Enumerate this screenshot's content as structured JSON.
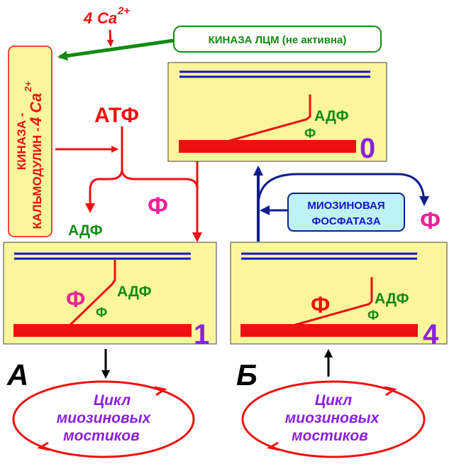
{
  "calcium": {
    "coef": "4",
    "ion": "Ca",
    "charge": "2+"
  },
  "kinase_inactive": "КИНАЗА  ЛЦМ (не активна)",
  "kinase_complex": {
    "line1": "КИНАЗА -",
    "line2": "КАЛЬМОДУЛИН -",
    "suffix_coef": "4",
    "suffix_ion": "Ca",
    "suffix_charge": "2+"
  },
  "atp": "АТФ",
  "adp": "АДФ",
  "phosphate": "Ф",
  "phosphatase": {
    "line1": "МИОЗИНОВАЯ",
    "line2": "ФОСФАТАЗА"
  },
  "states": [
    {
      "number": "0"
    },
    {
      "number": "1"
    },
    {
      "number": "4"
    }
  ],
  "panel_labels": {
    "left": "А",
    "right": "Б"
  },
  "cycle": {
    "line1": "Цикл",
    "line2": "миозиновых",
    "line3": "мостиков"
  },
  "colors": {
    "red": "#ee1111",
    "green": "#128a12",
    "blue": "#1414cc",
    "navy": "#0c1f8c",
    "magenta": "#ee2299",
    "purple": "#8a20e0",
    "panel_fill": "#fbf59c",
    "phosphatase_fill": "#bdf2f7"
  }
}
